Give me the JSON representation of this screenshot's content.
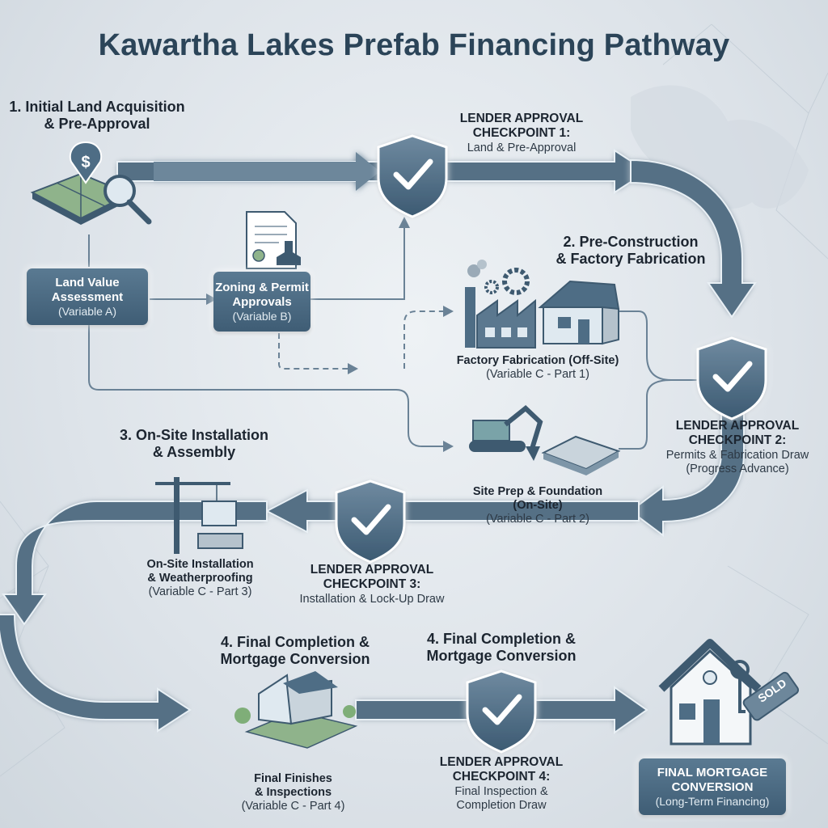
{
  "title": "Kawartha Lakes Prefab Financing Pathway",
  "steps": {
    "step1": {
      "line1": "1. Initial Land Acquisition",
      "line2": "& Pre-Approval"
    },
    "step2": {
      "line1": "2. Pre-Construction",
      "line2": "& Factory Fabrication"
    },
    "step3": {
      "line1": "3. On-Site Installation",
      "line2": "& Assembly"
    },
    "step4a": {
      "line1": "4. Final Completion &",
      "line2": "Mortgage Conversion"
    },
    "step4b": {
      "line1": "4. Final Completion &",
      "line2": "Mortgage Conversion"
    }
  },
  "checkpoints": {
    "cp1": {
      "line1": "LENDER APPROVAL",
      "line2": "CHECKPOINT 1:",
      "detail": "Land & Pre-Approval"
    },
    "cp2": {
      "line1": "LENDER APPROVAL",
      "line2": "CHECKPOINT 2:",
      "detail1": "Permits & Fabrication Draw",
      "detail2": "(Progress Advance)"
    },
    "cp3": {
      "line1": "LENDER APPROVAL",
      "line2": "CHECKPOINT 3:",
      "detail": "Installation & Lock-Up Draw"
    },
    "cp4": {
      "line1": "LENDER APPROVAL",
      "line2": "CHECKPOINT 4:",
      "detail1": "Final Inspection &",
      "detail2": "Completion Draw"
    }
  },
  "boxes": {
    "land_value": {
      "line1": "Land Value",
      "line2": "Assessment",
      "variable": "(Variable A)"
    },
    "zoning": {
      "line1": "Zoning & Permit",
      "line2": "Approvals",
      "variable": "(Variable B)"
    },
    "final_mortgage": {
      "line1": "FINAL MORTGAGE",
      "line2": "CONVERSION",
      "detail": "(Long-Term Financing)"
    }
  },
  "labels": {
    "factory": {
      "line1": "Factory Fabrication (Off-Site)",
      "variable": "(Variable C - Part 1)"
    },
    "site_prep": {
      "line1": "Site Prep & Foundation",
      "line2": "(On-Site)",
      "variable": "(Variable C - Part 2)"
    },
    "installation": {
      "line1": "On-Site Installation",
      "line2": "& Weatherproofing",
      "variable": "(Variable C - Part 3)"
    },
    "finishes": {
      "line1": "Final Finishes",
      "line2": "& Inspections",
      "variable": "(Variable C - Part 4)"
    }
  },
  "icons": {
    "land_pin_symbol": "$",
    "sold_tag": "SOLD"
  },
  "colors": {
    "title": "#2b4458",
    "arrow": "#546f85",
    "arrow_light": "#7e96a8",
    "shield": "#4a6780",
    "box": "#4b6a82"
  }
}
